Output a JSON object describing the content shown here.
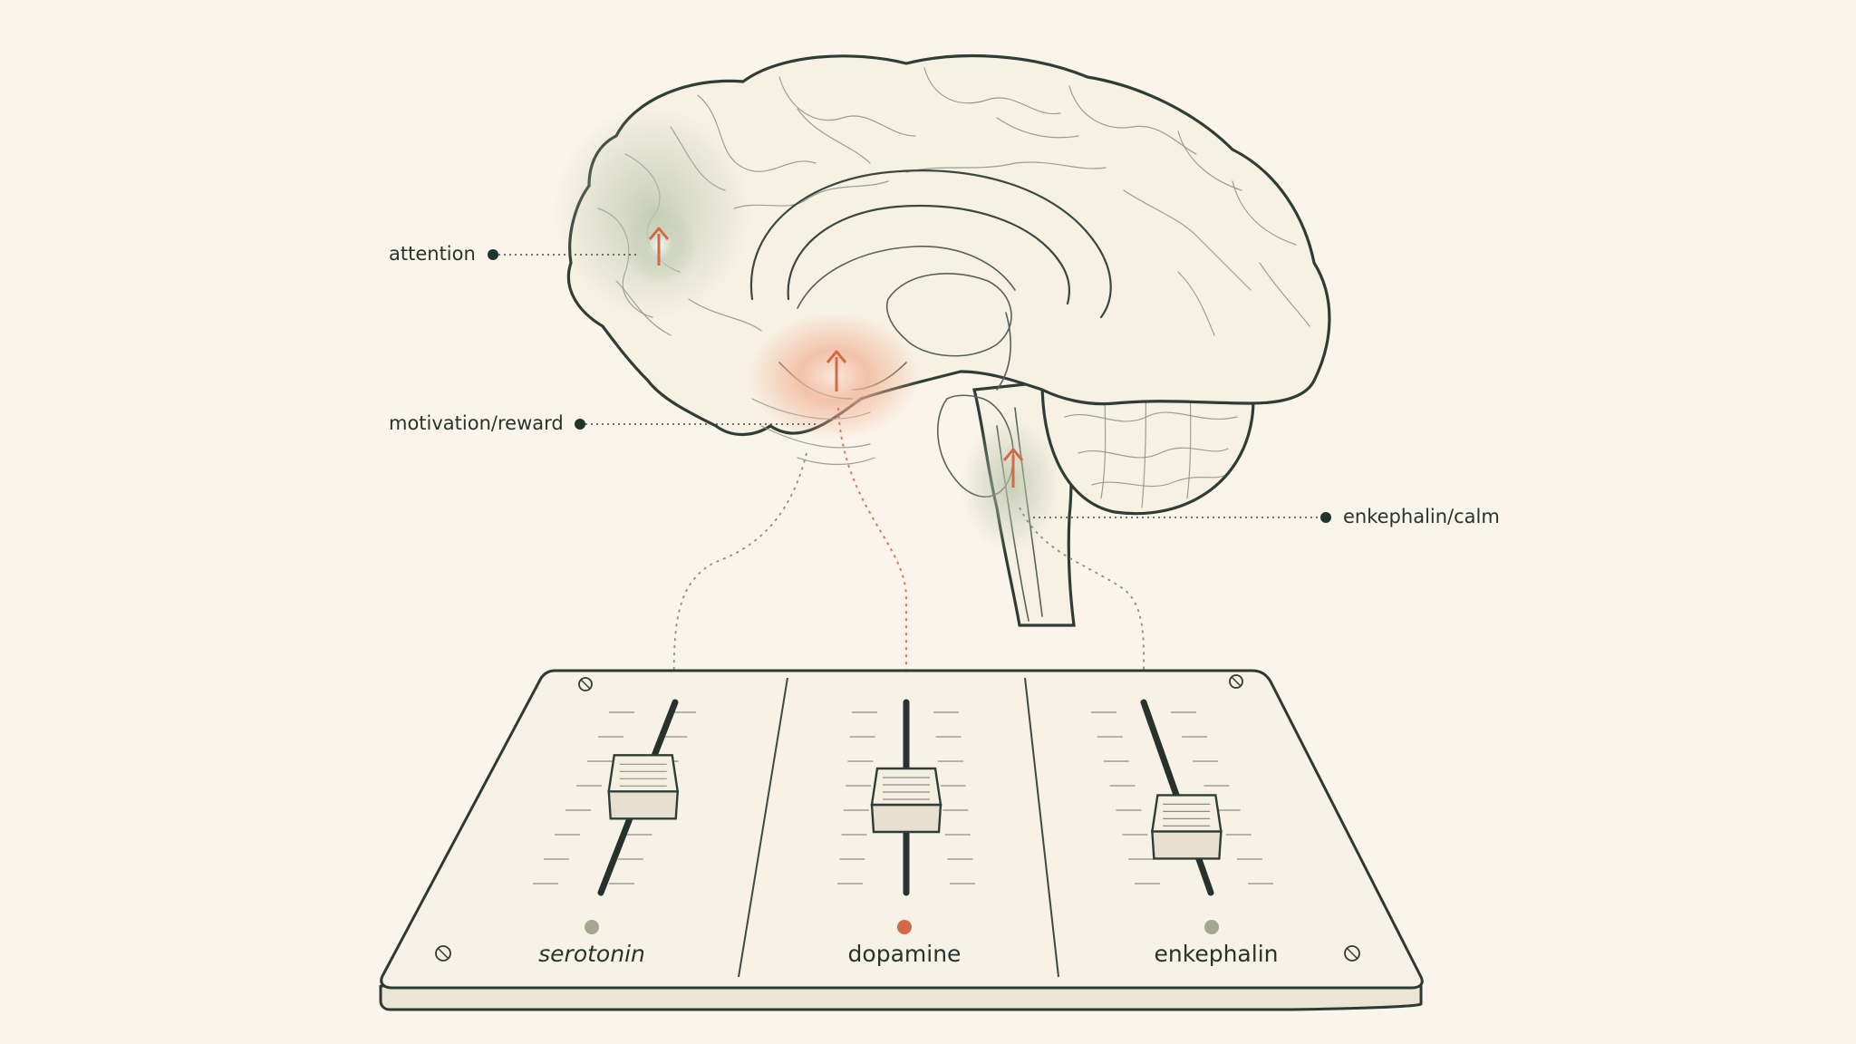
{
  "callouts": {
    "attention": "attention",
    "motivation_reward": "motivation/reward",
    "enkephalin_calm": "enkephalin/calm"
  },
  "mixer": {
    "channels": [
      {
        "id": "serotonin",
        "label": "serotonin",
        "indicator_color": "#a3a98f",
        "level": 0.6
      },
      {
        "id": "dopamine",
        "label": "dopamine",
        "indicator_color": "#d36a47",
        "level": 0.5
      },
      {
        "id": "enkephalin",
        "label": "enkephalin",
        "indicator_color": "#a3a98f",
        "level": 0.3
      }
    ]
  },
  "colors": {
    "background": "#fbf4ea",
    "ink": "#2f3d37",
    "accent": "#d9775a",
    "glow_green": "#a9b89c"
  }
}
